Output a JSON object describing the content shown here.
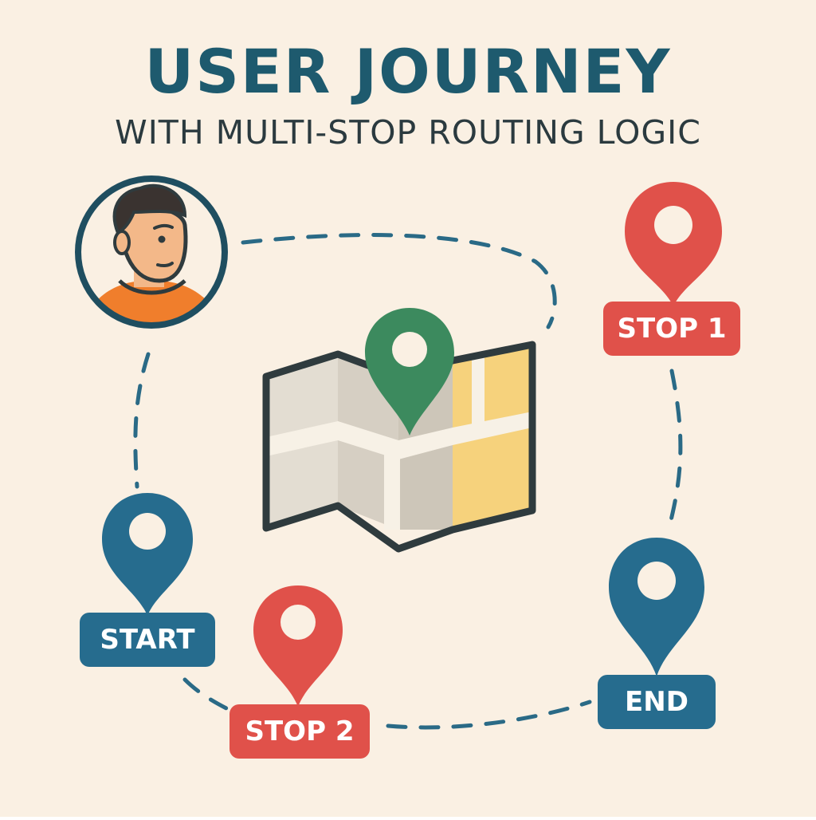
{
  "header": {
    "title": "USER JOURNEY",
    "subtitle": "WITH MULTI-STOP ROUTING LOGIC"
  },
  "nodes": {
    "start": {
      "label": "START"
    },
    "stop1": {
      "label": "STOP 1"
    },
    "stop2": {
      "label": "STOP 2"
    },
    "end": {
      "label": "END"
    }
  },
  "colors": {
    "background": "#faf0e3",
    "title_text": "#1e5a6e",
    "subtitle_text": "#2b3a3f",
    "route_dash": "#2a6a86",
    "pin_blue": "#266c8e",
    "pin_red": "#e0514a",
    "pin_green": "#3c8a5e",
    "map_gray": "#d9d2c6",
    "map_gray_dark": "#cdc6b9",
    "map_yellow": "#f6d27c",
    "map_outline": "#2f3b3e",
    "avatar_skin": "#f3b889",
    "avatar_hair": "#3a3330",
    "avatar_shirt": "#f07e2c"
  }
}
